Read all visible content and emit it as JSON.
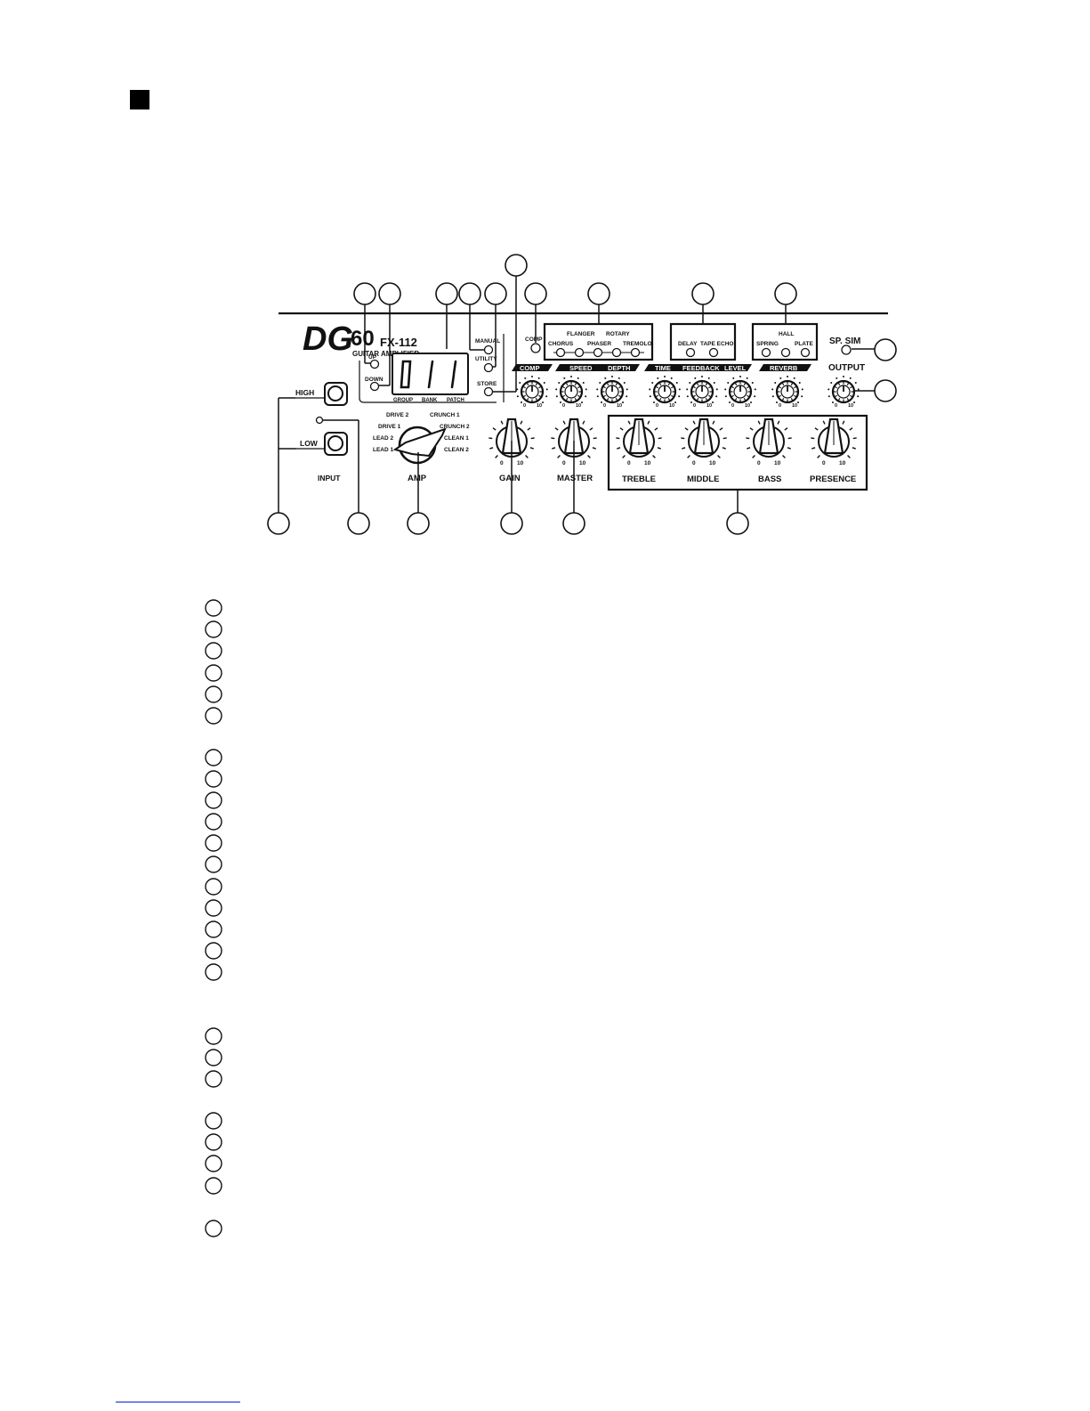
{
  "labels": {
    "logo_dg": "DG",
    "logo_60": "60",
    "logo_fx": "FX-112",
    "logo_sub": "GUITAR AMPLIFIER",
    "up": "UP",
    "down": "DOWN",
    "display": "011",
    "group": "GROUP",
    "bank": "BANK",
    "patch": "PATCH",
    "manual": "MANUAL",
    "utility": "UTILITY",
    "store": "STORE",
    "comp_button": "COMP",
    "comp_knob": "COMP",
    "flanger": "FLANGER",
    "rotary": "ROTARY",
    "chorus": "CHORUS",
    "phaser": "PHASER",
    "tremolo": "TREMOLO",
    "speed": "SPEED",
    "depth": "DEPTH",
    "delay": "DELAY",
    "tape_echo": "TAPE ECHO",
    "time": "TIME",
    "feedback": "FEEDBACK",
    "level": "LEVEL",
    "hall": "HALL",
    "spring": "SPRING",
    "plate": "PLATE",
    "reverb": "REVERB",
    "sp_sim": "SP. SIM",
    "output": "OUTPUT",
    "high": "HIGH",
    "low": "LOW",
    "input": "INPUT",
    "drive2": "DRIVE 2",
    "drive1": "DRIVE 1",
    "lead2": "LEAD 2",
    "lead1": "LEAD 1",
    "crunch1": "CRUNCH 1",
    "crunch2": "CRUNCH 2",
    "clean1": "CLEAN 1",
    "clean2": "CLEAN 2",
    "amp": "AMP",
    "gain": "GAIN",
    "master": "MASTER",
    "treble": "TREBLE",
    "middle": "MIDDLE",
    "bass": "BASS",
    "presence": "PRESENCE",
    "scale_min": "0",
    "scale_max": "10"
  }
}
